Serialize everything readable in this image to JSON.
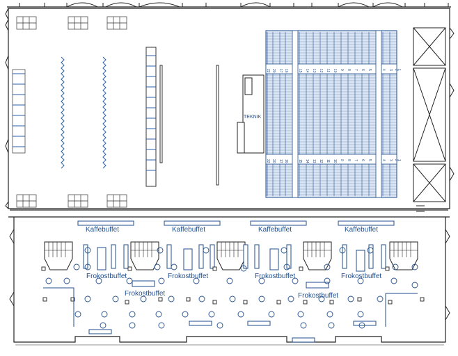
{
  "floor_plan": {
    "stage_label": "TEKNIK",
    "coffee_buffets": [
      "Kaffebuffet",
      "Kaffebuffet",
      "Kaffebuffet",
      "Kaffebuffet"
    ],
    "lunch_buffets": [
      "Frokostbuffet",
      "Frokostbuffet",
      "Frokostbuffet",
      "Frokostbuffet",
      "Frokostbuffet",
      "Frokostbuffet"
    ],
    "row_numbers": [
      "22",
      "20",
      "17",
      "16",
      "15",
      "14",
      "13",
      "12",
      "11",
      "10",
      "9",
      "8",
      "7",
      "6",
      "5",
      "4",
      "3",
      "2",
      "1"
    ],
    "colors": {
      "line": "#222222",
      "seating": "#1f4e8c",
      "seating_fill": "#dbe5f3",
      "wavy": "#2b5fa8"
    }
  }
}
